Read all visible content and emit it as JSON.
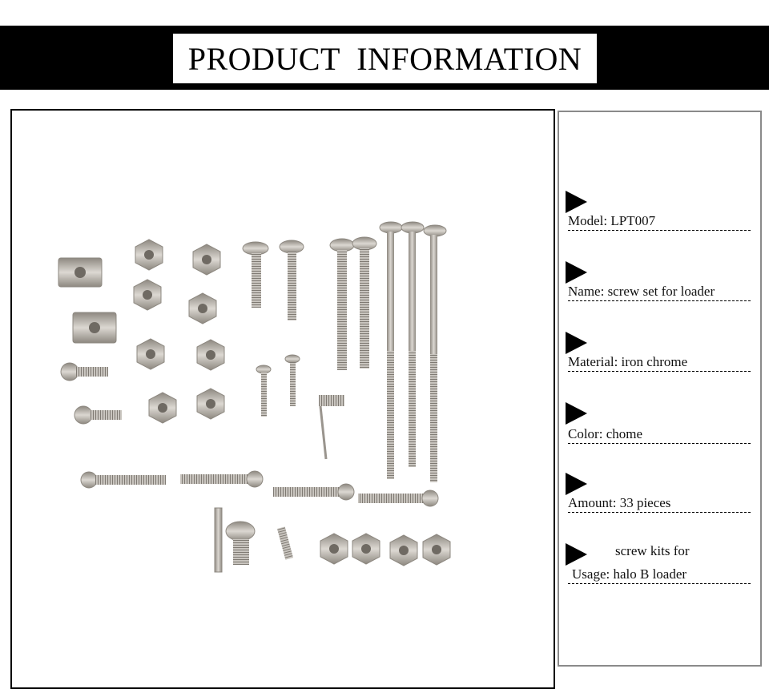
{
  "header": {
    "title": "PRODUCT  INFORMATION"
  },
  "image": {
    "icon": "screw-set-photo"
  },
  "specs": [
    {
      "text": "Model: LPT007"
    },
    {
      "text": "Name: screw set for loader"
    },
    {
      "text": "Material: iron chrome"
    },
    {
      "text": "Color: chome"
    },
    {
      "text": "Amount: 33 pieces"
    }
  ],
  "usage": {
    "line1": "screw kits for",
    "line2": "Usage: halo B loader"
  },
  "colors": {
    "banner": "#000000",
    "metal": "#b9b4ad",
    "metal_dark": "#8d8880"
  }
}
